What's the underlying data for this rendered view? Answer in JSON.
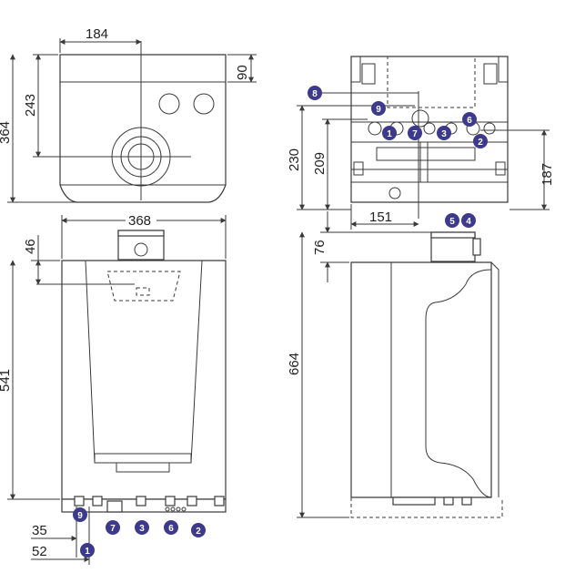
{
  "dimensions": {
    "top_width": "184",
    "top_depth": "90",
    "top_flue_offset": "243",
    "top_total_depth": "364",
    "front_width": "368",
    "front_top_offset": "46",
    "front_height": "541",
    "front_x_35": "35",
    "front_x_52": "52",
    "rear_230": "230",
    "rear_209": "209",
    "rear_187": "187",
    "rear_151": "151",
    "side_76": "76",
    "side_height": "664"
  },
  "badges": {
    "b1": "1",
    "b2": "2",
    "b3": "3",
    "b4": "4",
    "b5": "5",
    "b6": "6",
    "b7": "7",
    "b8": "8",
    "b9": "9"
  },
  "colors": {
    "badge": "#3d3a8c",
    "line": "#3a3a3a",
    "background": "#ffffff"
  }
}
